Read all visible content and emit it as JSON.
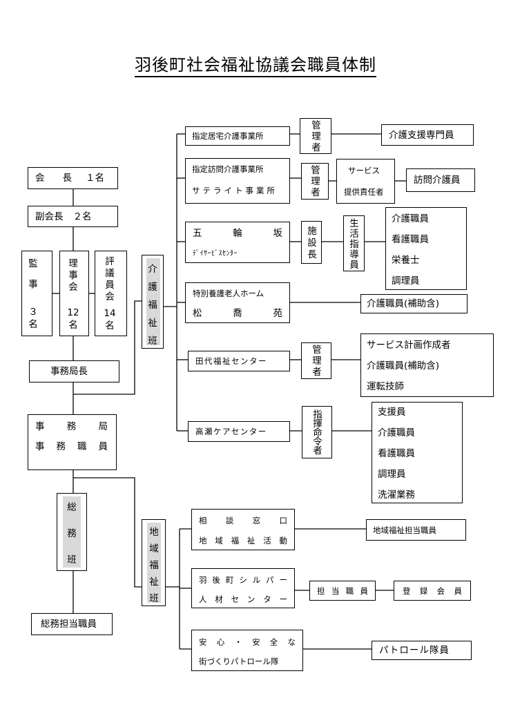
{
  "title": "羽後町社会福祉協議会職員体制",
  "leadership": {
    "chair": [
      "会",
      "長",
      "１名"
    ],
    "vice_chair": [
      "副会長",
      "２名"
    ],
    "auditors": [
      "監",
      "事",
      "３",
      "名"
    ],
    "directors": [
      "理",
      "事",
      "会",
      "12",
      "名"
    ],
    "councilors": [
      "評",
      "議",
      "員",
      "会",
      "14",
      "名"
    ],
    "secretary_general": "事務局長"
  },
  "office": {
    "line1": [
      "事",
      "務",
      "局"
    ],
    "line2": [
      "事",
      "務",
      "職",
      "員"
    ],
    "general_affairs_group": [
      "総",
      "務",
      "班"
    ],
    "general_affairs_staff": "総務担当職員"
  },
  "care_group": [
    "介",
    "護",
    "福",
    "祉",
    "班"
  ],
  "care_units": {
    "home_care_support": {
      "name": "指定居宅介護事業所",
      "head": [
        "管",
        "理",
        "者"
      ],
      "staff": "介護支援専門員"
    },
    "home_visit": {
      "name1": "指定訪問介護事業所",
      "name2": "サテライト事業所",
      "head": [
        "管",
        "理",
        "者"
      ],
      "coordinator1": "サービス",
      "coordinator2": "提供責任者",
      "staff": "訪問介護員"
    },
    "gorinzaka": {
      "name1": [
        "五",
        "輪",
        "坂"
      ],
      "name2": "ﾃﾞｲｻｰﾋﾞｽｾﾝﾀｰ",
      "head": [
        "施",
        "設",
        "長"
      ],
      "advisor": [
        "生",
        "活",
        "指",
        "導",
        "員"
      ],
      "staff": [
        "介護職員",
        "看護職員",
        "栄養士",
        "調理員"
      ]
    },
    "nursing_home": {
      "name1": "特別養護老人ホーム",
      "name2": [
        "松",
        "喬",
        "苑"
      ],
      "staff": "介護職員(補助含)"
    },
    "tashiro": {
      "name": "田代福祉センター",
      "head": [
        "管",
        "理",
        "者"
      ],
      "staff": [
        "サービス計画作成者",
        "介護職員(補助含)",
        "運転技師"
      ]
    },
    "takase": {
      "name": "高瀬ケアセンター",
      "head": [
        "指",
        "揮",
        "命",
        "令",
        "者"
      ],
      "staff": [
        "支援員",
        "介護職員",
        "看護職員",
        "調理員",
        "洗濯業務"
      ]
    }
  },
  "community_group": [
    "地",
    "域",
    "福",
    "祉",
    "班"
  ],
  "community_units": {
    "consultation": {
      "name1": [
        "相",
        "談",
        "窓",
        "口"
      ],
      "name2": [
        "地",
        "域",
        "福",
        "祉",
        "活",
        "動"
      ],
      "staff": "地域福祉担当職員"
    },
    "silver": {
      "name1": [
        "羽",
        "後",
        "町",
        "シ",
        "ル",
        "パ",
        "ー"
      ],
      "name2": [
        "人",
        "材",
        "セ",
        "ン",
        "タ",
        "ー"
      ],
      "head": [
        "担",
        "当",
        "職",
        "員"
      ],
      "members": [
        "登",
        "録",
        "会",
        "員"
      ]
    },
    "patrol": {
      "name1": [
        "安",
        "心",
        "・",
        "安",
        "全",
        "な"
      ],
      "name2": "街づくりパトロール隊",
      "staff": "パトロール隊員"
    }
  }
}
